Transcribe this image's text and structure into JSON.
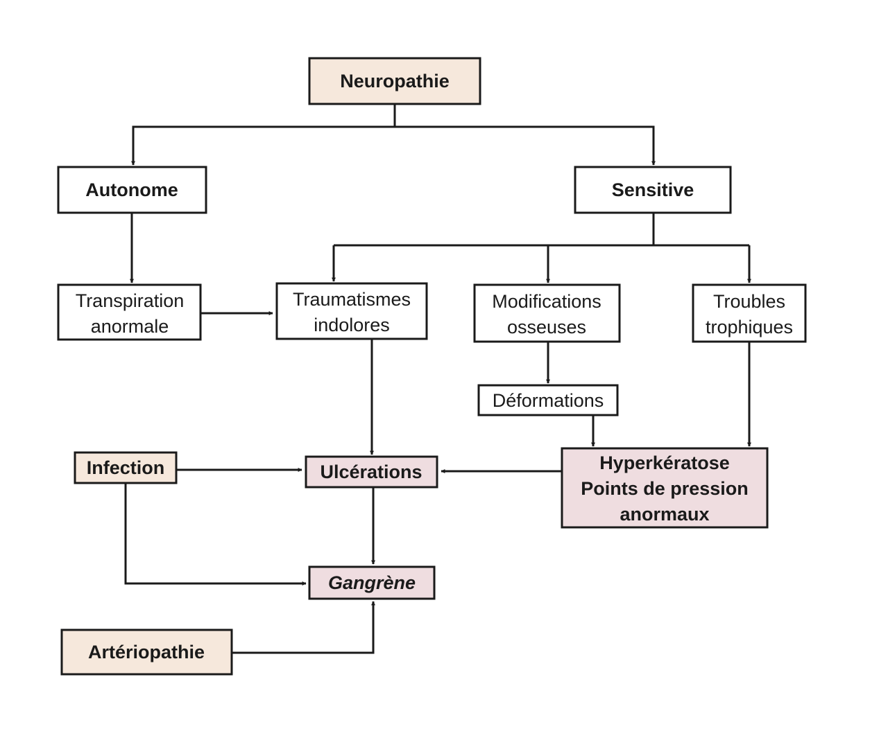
{
  "colors": {
    "stroke": "#1a1a1a",
    "cream": "#f6e8dc",
    "pink": "#efdde0",
    "white": "#ffffff"
  },
  "nodes": {
    "neuropathie": {
      "text": "Neuropathie",
      "fill": "cream"
    },
    "autonome": {
      "text": "Autonome",
      "fill": "white"
    },
    "sensitive": {
      "text": "Sensitive",
      "fill": "white"
    },
    "transpiration": {
      "line1": "Transpiration",
      "line2": "anormale",
      "fill": "white"
    },
    "traumatismes": {
      "line1": "Traumatismes",
      "line2": "indolores",
      "fill": "white"
    },
    "modifications": {
      "line1": "Modifications",
      "line2": "osseuses",
      "fill": "white"
    },
    "troubles": {
      "line1": "Troubles",
      "line2": "trophiques",
      "fill": "white"
    },
    "deformations": {
      "text": "Déformations",
      "fill": "white"
    },
    "infection": {
      "text": "Infection",
      "fill": "cream"
    },
    "ulcerations": {
      "text": "Ulcérations",
      "fill": "pink"
    },
    "hyperkeratose": {
      "line1": "Hyperkératose",
      "line2": "Points de pression",
      "line3": "anormaux",
      "fill": "pink"
    },
    "gangrene": {
      "text": "Gangrène",
      "fill": "pink"
    },
    "arteriopathie": {
      "text": "Artériopathie",
      "fill": "cream"
    }
  },
  "edges": [
    {
      "from": "neuropathie",
      "to": "autonome"
    },
    {
      "from": "neuropathie",
      "to": "sensitive"
    },
    {
      "from": "autonome",
      "to": "transpiration"
    },
    {
      "from": "transpiration",
      "to": "traumatismes"
    },
    {
      "from": "sensitive",
      "to": "traumatismes"
    },
    {
      "from": "sensitive",
      "to": "modifications"
    },
    {
      "from": "sensitive",
      "to": "troubles"
    },
    {
      "from": "modifications",
      "to": "deformations"
    },
    {
      "from": "deformations",
      "to": "hyperkeratose"
    },
    {
      "from": "troubles",
      "to": "hyperkeratose"
    },
    {
      "from": "traumatismes",
      "to": "ulcerations"
    },
    {
      "from": "hyperkeratose",
      "to": "ulcerations"
    },
    {
      "from": "infection",
      "to": "ulcerations"
    },
    {
      "from": "infection",
      "to": "gangrene"
    },
    {
      "from": "ulcerations",
      "to": "gangrene"
    },
    {
      "from": "arteriopathie",
      "to": "gangrene"
    }
  ]
}
